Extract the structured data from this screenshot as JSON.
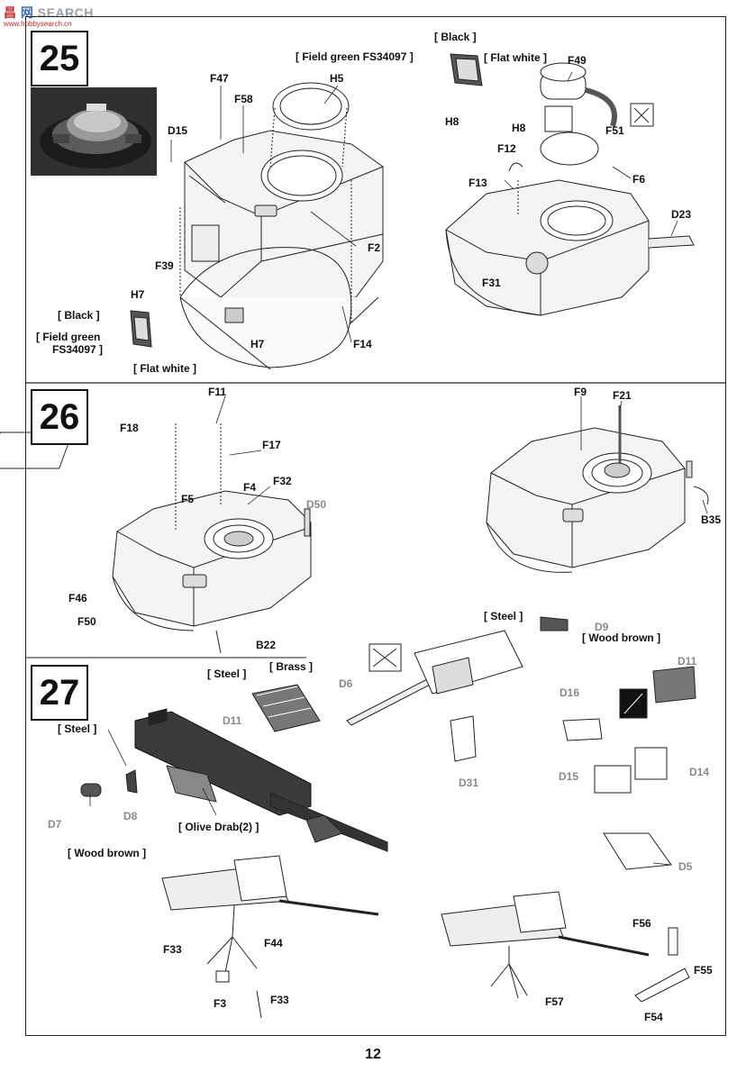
{
  "watermark": {
    "part1": "昌",
    "part2": "网",
    "brand": "SEARCH",
    "url": "www.hobbysearch.cn"
  },
  "page_number": "12",
  "steps": [
    {
      "number": "25",
      "parts": [
        "F47",
        "F58",
        "H5",
        "D15",
        "F39",
        "H7",
        "F2",
        "F14",
        "H7",
        "F49",
        "H8",
        "F51",
        "F12",
        "F13",
        "F6",
        "D23",
        "F31",
        "H8"
      ],
      "callouts": {
        "black_1": "[ Black ]",
        "field_green_1": "[ Field green FS34097 ]",
        "flat_white_1": "[ Flat white ]",
        "black_2": "[ Black ]",
        "field_green_2a": "[ Field green",
        "field_green_2b": "FS34097 ]",
        "flat_white_2": "[ Flat white ]"
      }
    },
    {
      "number": "26",
      "parts": [
        "F11",
        "F18",
        "F17",
        "F4",
        "F32",
        "F5",
        "D50",
        "F46",
        "F50",
        "B22",
        "F9",
        "F21",
        "B35"
      ]
    },
    {
      "number": "27",
      "parts": [
        "D11",
        "D6",
        "D9",
        "D11",
        "D16",
        "D15",
        "D14",
        "D31",
        "D5",
        "D7",
        "D8",
        "F33",
        "F44",
        "F3",
        "F33",
        "F56",
        "F55",
        "F57",
        "F54"
      ],
      "callouts": {
        "steel_1": "[ Steel ]",
        "brass": "[ Brass ]",
        "steel_2": "[ Steel ]",
        "wood_brown_1": "[ Wood brown ]",
        "steel_3": "[ Steel ]",
        "olive_drab": "[ Olive Drab(2) ]",
        "wood_brown_2": "[ Wood brown ]"
      }
    }
  ]
}
